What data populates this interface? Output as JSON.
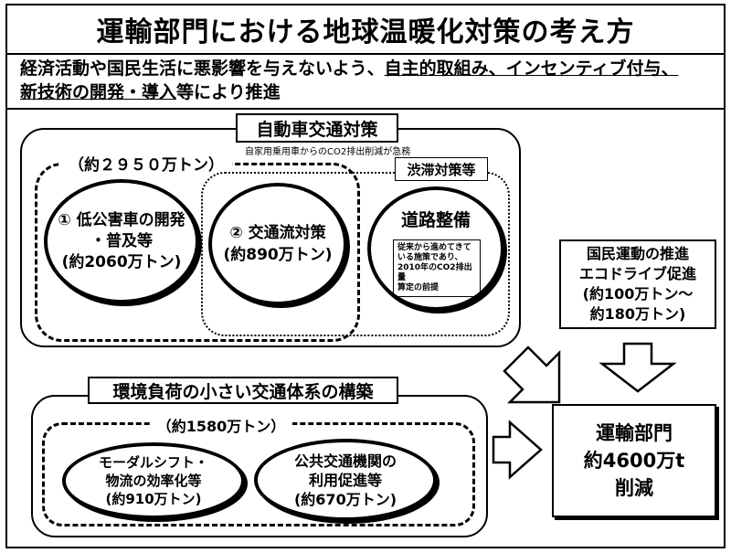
{
  "title": "運輸部門における地球温暖化対策の考え方",
  "subtitle": {
    "part1": "経済活動や国民生活に悪影響を与えないよう、",
    "part2": "自主的取組み、インセンティブ付与、",
    "part3": "新技術の開発・導入",
    "part4": "等により推進"
  },
  "car": {
    "title": "自動車交通対策",
    "note": "自家用乗用車からのCO2排出削減が急務",
    "total": "（約２９５０万トン）",
    "congestion_label": "渋滞対策等",
    "item1": {
      "line1": "① 低公害車の開発",
      "line2": "・普及等",
      "line3": "(約2060万トン)"
    },
    "item2": {
      "line1": "② 交通流対策",
      "line2": "(約890万トン)"
    },
    "road": "道路整備",
    "road_note": {
      "line1": "従来から進めてきて",
      "line2": "いる施策であり、",
      "line3": "2010年のCO2排出量",
      "line4": "算定の前提"
    }
  },
  "citizen": {
    "line1": "国民運動の推進",
    "line2": "エコドライブ促進",
    "line3": "(約100万トン～",
    "line4": "約180万トン)"
  },
  "env": {
    "title": "環境負荷の小さい交通体系の構築",
    "total": "（約1580万トン）",
    "item1": {
      "line1": "モーダルシフト・",
      "line2": "物流の効率化等",
      "line3": "(約910万トン)"
    },
    "item2": {
      "line1": "公共交通機関の",
      "line2": "利用促進等",
      "line3": "(約670万トン)"
    }
  },
  "result": {
    "line1": "運輸部門",
    "line2": "約4600万t",
    "line3": "削減"
  }
}
